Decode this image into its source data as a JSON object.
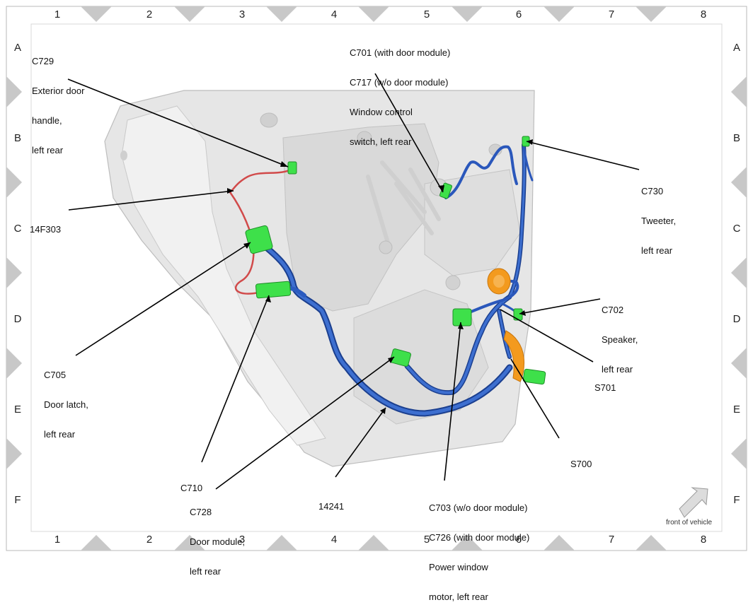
{
  "grid": {
    "columns": [
      "1",
      "2",
      "3",
      "4",
      "5",
      "6",
      "7",
      "8"
    ],
    "rows": [
      "A",
      "B",
      "C",
      "D",
      "E",
      "F"
    ]
  },
  "callouts": {
    "c729": [
      "C729",
      "Exterior door",
      "handle,",
      "left rear"
    ],
    "c701": [
      "C701 (with door module)",
      "C717 (w/o door module)",
      "Window control",
      "switch, left rear"
    ],
    "c730": [
      "C730",
      "Tweeter,",
      "left rear"
    ],
    "f14f303": [
      "14F303"
    ],
    "c702": [
      "C702",
      "Speaker,",
      "left rear"
    ],
    "s701": [
      "S701"
    ],
    "c705": [
      "C705",
      "Door latch,",
      "left rear"
    ],
    "s700": [
      "S700"
    ],
    "c710": [
      "C710"
    ],
    "c728": [
      "C728",
      "Door module,",
      "left rear"
    ],
    "w14241": [
      "14241"
    ],
    "c703": [
      "C703 (w/o door module)",
      "C726 (with door module)",
      "Power window",
      "motor, left rear"
    ]
  },
  "orientation": {
    "label": "front of vehicle",
    "icon": "arrow-icon"
  },
  "colors": {
    "harness_blue": "#1f4fb3",
    "harness_red": "#d14a4a",
    "connector_green": "#3ee04a",
    "grommet_orange": "#f39a1e",
    "panel_gray": "#e4e4e4"
  }
}
